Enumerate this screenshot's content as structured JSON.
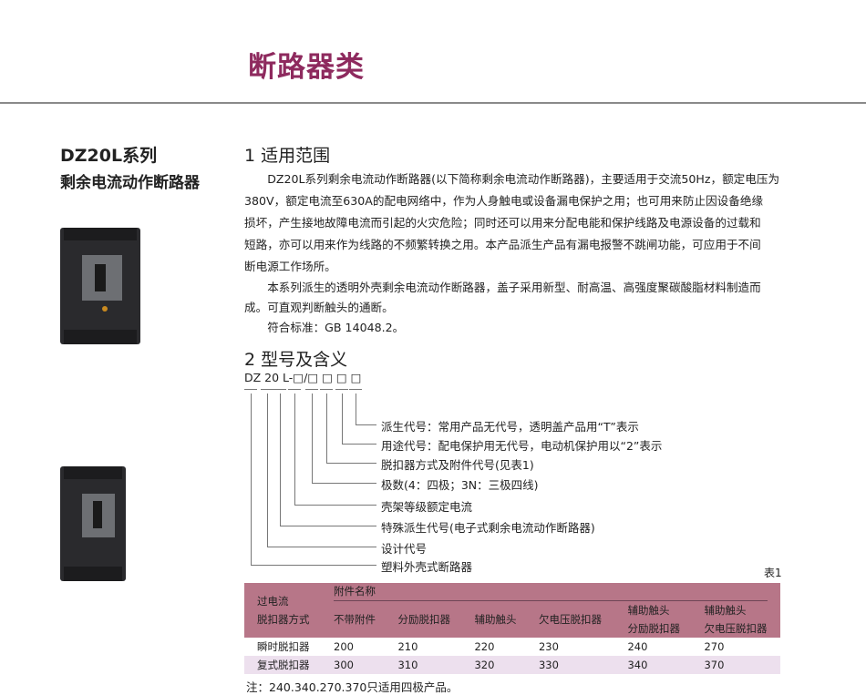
{
  "header": {
    "title": "断路器类"
  },
  "product": {
    "name": "DZ20L系列",
    "description": "剩余电流动作断路器"
  },
  "section1": {
    "heading": "1 适用范围",
    "lines": [
      "　　DZ20L系列剩余电流动作断路器(以下简称剩余电流动作断路器)，主要适用于交流50Hz，额定电压为",
      "380V，额定电流至630A的配电网络中，作为人身触电或设备漏电保护之用；也可用来防止因设备绝缘",
      "损坏，产生接地故障电流而引起的火灾危险；同时还可以用来分配电能和保护线路及电源设备的过载和",
      "短路，亦可以用来作为线路的不频繁转换之用。本产品派生产品有漏电报警不跳闸功能，可应用于不间",
      "断电源工作场所。",
      "　　本系列派生的透明外壳剩余电流动作断路器，盖子采用新型、耐高温、高强度聚碳酸脂材料制造而",
      "成。可直观判断触头的通断。",
      "　　符合标准：GB 14048.2。"
    ]
  },
  "section2": {
    "heading": "2 型号及含义",
    "code": "DZ 20 L-□/□ □ □ □",
    "labels": [
      "派生代号：常用产品无代号，透明盖产品用“T”表示",
      "用途代号：配电保护用无代号，电动机保护用以“2”表示",
      "脱扣器方式及附件代号(见表1)",
      "极数(4：四极；3N：三极四线)",
      "壳架等级额定电流",
      "特殊派生代号(电子式剩余电流动作断路器)",
      "设计代号",
      "塑料外壳式断路器"
    ]
  },
  "table": {
    "caption": "表1",
    "row_header": [
      "过电流",
      "脱扣器方式"
    ],
    "group_header": "附件名称",
    "columns": [
      [
        "不带附件"
      ],
      [
        "分励脱扣器"
      ],
      [
        "辅助触头"
      ],
      [
        "欠电压脱扣器"
      ],
      [
        "辅助触头",
        "分励脱扣器"
      ],
      [
        "辅助触头",
        "欠电压脱扣器"
      ]
    ],
    "rows": [
      {
        "name": "瞬时脱扣器",
        "values": [
          "200",
          "210",
          "220",
          "230",
          "240",
          "270"
        ]
      },
      {
        "name": "复式脱扣器",
        "values": [
          "300",
          "310",
          "320",
          "330",
          "340",
          "370"
        ]
      }
    ],
    "header_color": "#b77688",
    "alt_row_color": "#ede0ee"
  },
  "note": "注：240.340.270.370只适用四极产品。"
}
